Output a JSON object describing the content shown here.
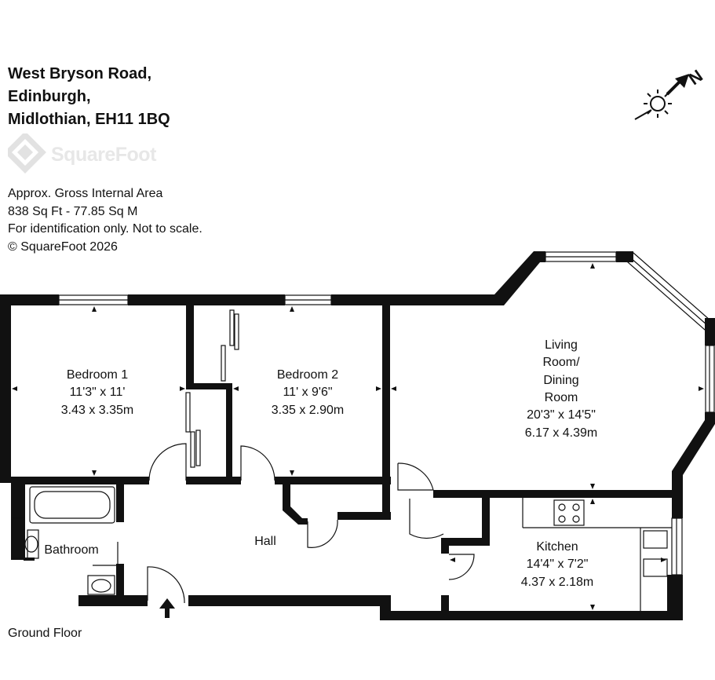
{
  "address": {
    "line1": "West Bryson Road,",
    "line2": "Edinburgh,",
    "line3": "Midlothian, EH11 1BQ"
  },
  "brand": {
    "name": "SquareFoot"
  },
  "info": {
    "line1": "Approx. Gross Internal Area",
    "line2": "838 Sq Ft  -  77.85 Sq M",
    "line3": "For identification only. Not to scale.",
    "line4": "© SquareFoot 2026"
  },
  "compass": {
    "north_label": "N",
    "icon": "sun-compass-icon"
  },
  "rooms": {
    "bedroom1": {
      "name": "Bedroom 1",
      "imperial": "11'3\" x 11'",
      "metric": "3.43 x 3.35m"
    },
    "bedroom2": {
      "name": "Bedroom 2",
      "imperial": "11' x 9'6\"",
      "metric": "3.35 x 2.90m"
    },
    "living": {
      "name1": "Living",
      "name2": "Room/",
      "name3": "Dining",
      "name4": "Room",
      "imperial": "20'3\" x 14'5\"",
      "metric": "6.17 x 4.39m"
    },
    "kitchen": {
      "name": "Kitchen",
      "imperial": "14'4\" x 7'2\"",
      "metric": "4.37 x 2.18m"
    },
    "bathroom": {
      "name": "Bathroom"
    },
    "hall": {
      "name": "Hall"
    }
  },
  "floor_label": "Ground Floor",
  "colors": {
    "wall": "#111111",
    "logo": "#e7e7e7"
  }
}
